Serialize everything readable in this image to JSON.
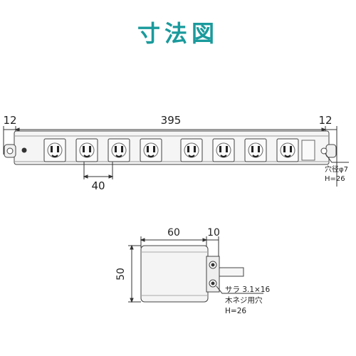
{
  "title": "寸法図",
  "top_view": {
    "dim_left": "12",
    "dim_total": "395",
    "dim_right": "12",
    "dim_pitch": "40",
    "hole_note_1": "穴径φ7",
    "hole_note_2": "H=26",
    "outlet_count": 8
  },
  "side_view": {
    "dim_width": "60",
    "dim_mount": "10",
    "dim_height": "50",
    "screw_note_1": "サラ 3.1×16",
    "screw_note_2": "木ネジ用穴",
    "screw_note_3": "H=26"
  },
  "colors": {
    "title": "#1a9a9c",
    "line": "#333333",
    "body": "#f4f4f4"
  }
}
